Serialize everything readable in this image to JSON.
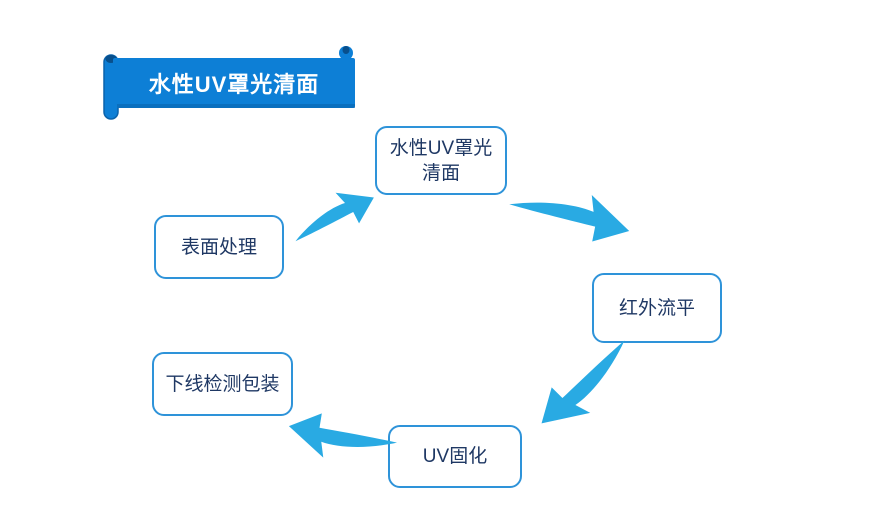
{
  "banner": {
    "label": "水性UV罩光清面",
    "color": "#0d7fd6",
    "shade": "#0a62ab",
    "shade_dark": "#084f8c",
    "text_color": "#ffffff"
  },
  "flow": {
    "nodes": [
      {
        "id": "surface-treatment",
        "label": "表面处理"
      },
      {
        "id": "uv-topcoat",
        "label": "水性UV罩光\n清面"
      },
      {
        "id": "ir-leveling",
        "label": "红外流平"
      },
      {
        "id": "uv-curing",
        "label": "UV固化"
      },
      {
        "id": "offline-packaging",
        "label": "下线检测包装"
      }
    ],
    "edges": [
      {
        "from": "表面处理",
        "to": "水性UV罩光清面"
      },
      {
        "from": "水性UV罩光清面",
        "to": "红外流平"
      },
      {
        "from": "红外流平",
        "to": "UV固化"
      },
      {
        "from": "UV固化",
        "to": "下线检测包装"
      }
    ],
    "colors": {
      "arrow": "#29aae3",
      "node_border": "#2e93d9",
      "node_text": "#1f3864",
      "background": "#ffffff"
    }
  }
}
